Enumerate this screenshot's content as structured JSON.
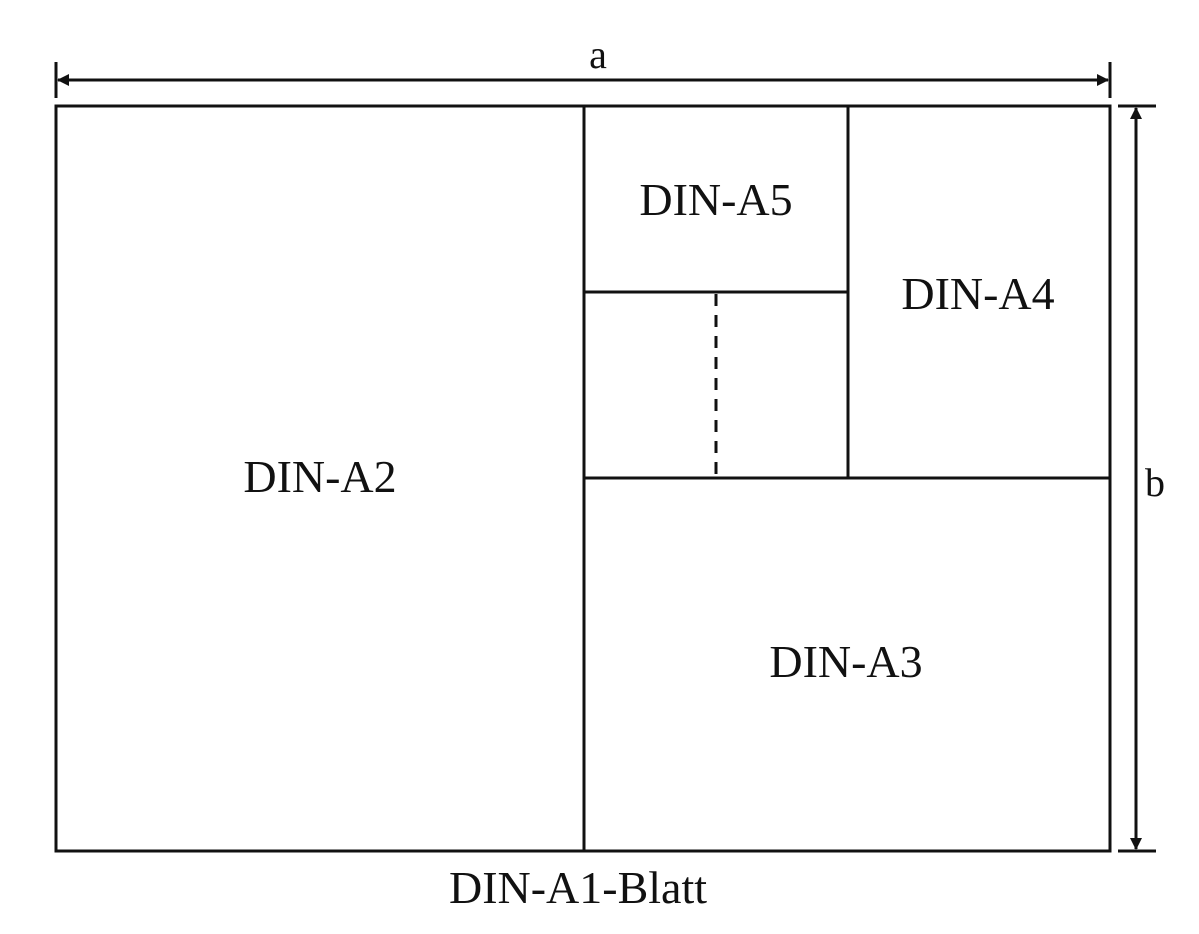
{
  "dimensions": {
    "width_label": "a",
    "height_label": "b"
  },
  "sections": {
    "a2": "DIN-A2",
    "a3": "DIN-A3",
    "a4": "DIN-A4",
    "a5": "DIN-A5"
  },
  "caption": "DIN-A1-Blatt",
  "colors": {
    "ink": "#111111",
    "background": "#ffffff"
  }
}
